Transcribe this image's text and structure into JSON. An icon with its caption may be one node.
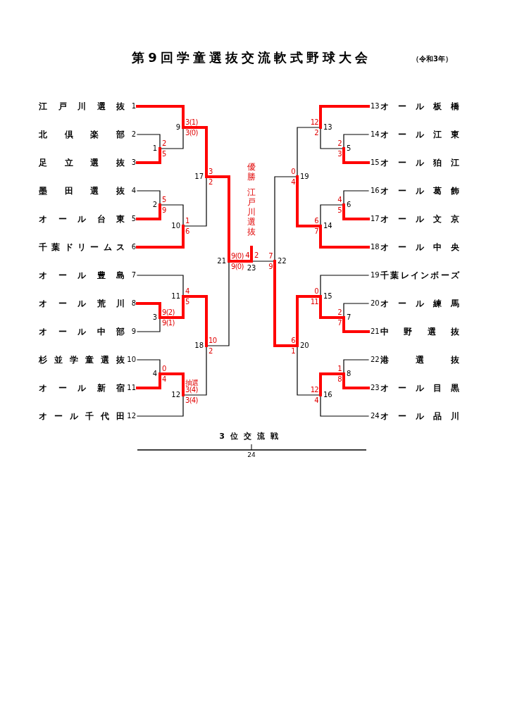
{
  "diagram": {
    "title": "第9回学童選抜交流軟式野球大会",
    "nodes": [
      {
        "text": [
          "江戸川選抜"
        ],
        "beside": [
          "1"
        ]
      },
      {
        "text": [
          "北倶楽部"
        ],
        "beside": [
          "2"
        ]
      },
      {
        "text": [
          "足立選抜"
        ],
        "beside": [
          "3"
        ]
      },
      {
        "text": [
          "墨田選抜"
        ],
        "beside": [
          "4"
        ]
      },
      {
        "text": [
          "オール台東"
        ],
        "beside": [
          "5"
        ]
      },
      {
        "text": [
          "千葉ドリームス"
        ],
        "beside": [
          "6"
        ]
      },
      {
        "text": [
          "オール豊島"
        ],
        "beside": [
          "7"
        ]
      },
      {
        "text": [
          "オール荒川"
        ],
        "beside": [
          "8"
        ]
      },
      {
        "text": [
          "オール中部"
        ],
        "beside": [
          "9"
        ]
      },
      {
        "text": [
          "杉並学童選抜"
        ],
        "beside": [
          "10"
        ]
      },
      {
        "text": [
          "オール新宿"
        ],
        "beside": [
          "11"
        ]
      },
      {
        "text": [
          "オール千代田"
        ],
        "beside": [
          "12"
        ]
      },
      {
        "text": [
          "オール板橋"
        ],
        "beside": [
          "13"
        ]
      },
      {
        "text": [
          "オール江東"
        ],
        "beside": [
          "14"
        ]
      },
      {
        "text": [
          "オール狛江"
        ],
        "beside": [
          "15"
        ]
      },
      {
        "text": [
          "オール葛飾"
        ],
        "beside": [
          "16"
        ]
      },
      {
        "text": [
          "オール文京"
        ],
        "beside": [
          "17"
        ]
      },
      {
        "text": [
          "オール中央"
        ],
        "beside": [
          "18"
        ]
      },
      {
        "text": [
          "千葉レインボーズ"
        ],
        "beside": [
          "19"
        ]
      },
      {
        "text": [
          "オール練馬"
        ],
        "beside": [
          "20"
        ]
      },
      {
        "text": [
          "中野選抜"
        ],
        "beside": [
          "21"
        ]
      },
      {
        "text": [
          "港選抜"
        ],
        "beside": [
          "22"
        ]
      },
      {
        "text": [
          "オール目黒"
        ],
        "beside": [
          "23"
        ]
      },
      {
        "text": [
          "オール品川"
        ],
        "beside": [
          "24"
        ]
      },
      {
        "text": [
          "1"
        ],
        "beside": [
          "2",
          "5"
        ]
      },
      {
        "text": [
          "2"
        ],
        "beside": [
          "5",
          "9"
        ]
      },
      {
        "text": [
          "3"
        ],
        "beside": [
          "9(2)",
          "9(1)"
        ]
      },
      {
        "text": [
          "4"
        ],
        "beside": [
          "0",
          "4"
        ]
      },
      {
        "text": [
          "5"
        ],
        "beside": [
          "2",
          "3"
        ]
      },
      {
        "text": [
          "6"
        ],
        "beside": [
          "4",
          "5"
        ]
      },
      {
        "text": [
          "7"
        ],
        "beside": [
          "2",
          "7"
        ]
      },
      {
        "text": [
          "8"
        ],
        "beside": [
          "1",
          "8"
        ]
      },
      {
        "text": [
          "9"
        ],
        "beside": [
          "3(1)",
          "3(0)"
        ]
      },
      {
        "text": [
          "10"
        ],
        "beside": [
          "1",
          "6"
        ]
      },
      {
        "text": [
          "11"
        ],
        "beside": [
          "4",
          "5"
        ]
      },
      {
        "text": [
          "12"
        ],
        "beside": [
          "抽選",
          "3(4)",
          "3(4)"
        ]
      },
      {
        "text": [
          "13"
        ],
        "beside": [
          "12",
          "2"
        ]
      },
      {
        "text": [
          "14"
        ],
        "beside": [
          "6",
          "7"
        ]
      },
      {
        "text": [
          "15"
        ],
        "beside": [
          "0",
          "11"
        ]
      },
      {
        "text": [
          "16"
        ],
        "beside": [
          "12",
          "4"
        ]
      },
      {
        "text": [
          "17"
        ],
        "beside": [
          "3",
          "2"
        ]
      },
      {
        "text": [
          "18"
        ],
        "beside": [
          "10",
          "2"
        ]
      },
      {
        "text": [
          "19"
        ],
        "beside": [
          "0",
          "4"
        ]
      },
      {
        "text": [
          "20"
        ],
        "beside": [
          "6",
          "1"
        ]
      },
      {
        "text": [
          "21"
        ],
        "beside": [
          "9(0)",
          "9(0)"
        ]
      },
      {
        "text": [
          "22"
        ],
        "beside": [
          "7",
          "9"
        ]
      },
      {
        "text": [
          "23"
        ],
        "beside": [
          "4",
          "2"
        ]
      }
    ],
    "edges": [
      {
        "from": 1,
        "to": 24,
        "arrow": "none"
      },
      {
        "from": 2,
        "to": 24,
        "arrow": "none",
        "style": "thick",
        "color": "#ff0000"
      },
      {
        "from": 3,
        "to": 25,
        "arrow": "none"
      },
      {
        "from": 4,
        "to": 25,
        "arrow": "none",
        "style": "thick",
        "color": "#ff0000"
      },
      {
        "from": 7,
        "to": 26,
        "arrow": "none",
        "style": "thick",
        "color": "#ff0000"
      },
      {
        "from": 8,
        "to": 26,
        "arrow": "none"
      },
      {
        "from": 9,
        "to": 27,
        "arrow": "none"
      },
      {
        "from": 10,
        "to": 27,
        "arrow": "none",
        "style": "thick",
        "color": "#ff0000"
      },
      {
        "from": 13,
        "to": 28,
        "arrow": "none"
      },
      {
        "from": 14,
        "to": 28,
        "arrow": "none",
        "style": "thick",
        "color": "#ff0000"
      },
      {
        "from": 15,
        "to": 29,
        "arrow": "none"
      },
      {
        "from": 16,
        "to": 29,
        "arrow": "none",
        "style": "thick",
        "color": "#ff0000"
      },
      {
        "from": 19,
        "to": 30,
        "arrow": "none"
      },
      {
        "from": 20,
        "to": 30,
        "arrow": "none",
        "style": "thick",
        "color": "#ff0000"
      },
      {
        "from": 21,
        "to": 31,
        "arrow": "none"
      },
      {
        "from": 22,
        "to": 31,
        "arrow": "none",
        "style": "thick",
        "color": "#ff0000"
      },
      {
        "from": 0,
        "to": 32,
        "arrow": "none",
        "style": "thick",
        "color": "#ff0000"
      },
      {
        "from": 24,
        "to": 32,
        "arrow": "none"
      },
      {
        "from": 25,
        "to": 33,
        "arrow": "none"
      },
      {
        "from": 5,
        "to": 33,
        "arrow": "none",
        "style": "thick",
        "color": "#ff0000"
      },
      {
        "from": 6,
        "to": 34,
        "arrow": "none"
      },
      {
        "from": 26,
        "to": 34,
        "arrow": "none",
        "style": "thick",
        "color": "#ff0000"
      },
      {
        "from": 27,
        "to": 35,
        "arrow": "none",
        "style": "thick",
        "color": "#ff0000"
      },
      {
        "from": 11,
        "to": 35,
        "arrow": "none"
      },
      {
        "from": 12,
        "to": 36,
        "arrow": "none",
        "style": "thick",
        "color": "#ff0000"
      },
      {
        "from": 28,
        "to": 36,
        "arrow": "none"
      },
      {
        "from": 29,
        "to": 37,
        "arrow": "none"
      },
      {
        "from": 17,
        "to": 37,
        "arrow": "none",
        "style": "thick",
        "color": "#ff0000"
      },
      {
        "from": 18,
        "to": 38,
        "arrow": "none"
      },
      {
        "from": 30,
        "to": 38,
        "arrow": "none",
        "style": "thick",
        "color": "#ff0000"
      },
      {
        "from": 31,
        "to": 39,
        "arrow": "none",
        "style": "thick",
        "color": "#ff0000"
      },
      {
        "from": 23,
        "to": 39,
        "arrow": "none"
      },
      {
        "from": 32,
        "to": 40,
        "arrow": "none",
        "style": "thick",
        "color": "#ff0000"
      },
      {
        "from": 33,
        "to": 40,
        "arrow": "none"
      },
      {
        "from": 34,
        "to": 41,
        "arrow": "none",
        "style": "thick",
        "color": "#ff0000"
      },
      {
        "from": 35,
        "to": 41,
        "arrow": "none"
      },
      {
        "from": 36,
        "to": 42,
        "arrow": "none"
      },
      {
        "from": 37,
        "to": 42,
        "arrow": "none",
        "style": "thick",
        "color": "#ff0000"
      },
      {
        "from": 38,
        "to": 43,
        "arrow": "none",
        "style": "thick",
        "color": "#ff0000"
      },
      {
        "from": 39,
        "to": 43,
        "arrow": "none"
      },
      {
        "from": 40,
        "to": 44,
        "arrow": "none",
        "style": "thick",
        "color": "#ff0000"
      },
      {
        "from": 41,
        "to": 44,
        "arrow": "none"
      },
      {
        "from": 42,
        "to": 45,
        "arrow": "none"
      },
      {
        "from": 43,
        "to": 45,
        "arrow": "none",
        "style": "thick",
        "color": "#ff0000"
      },
      {
        "from": 44,
        "to": 46,
        "arrow": "none",
        "style": "thick",
        "color": "#ff0000"
      },
      {
        "from": 45,
        "to": 46,
        "arrow": "none"
      }
    ],
    "labels": [
      "（令和3年）",
      "優勝",
      "江戸川選抜",
      "3位交流戦",
      "24"
    ]
  }
}
